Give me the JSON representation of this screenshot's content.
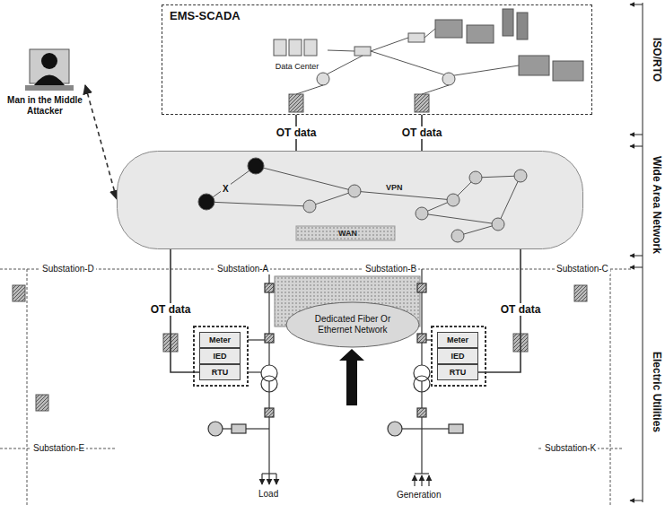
{
  "diagram": {
    "nodes": [
      {
        "text": [
          "EMS-SCADA"
        ]
      },
      {
        "text": [
          "Data Center"
        ],
        "in": 0
      },
      {
        "text": [
          "Man in the Middle Attacker"
        ]
      },
      {
        "text": [
          "VPN",
          "WAN"
        ]
      },
      {
        "text": [
          "Meter"
        ]
      },
      {
        "text": [
          "IED"
        ]
      },
      {
        "text": [
          "RTU"
        ]
      },
      {
        "text": [
          "Dedicated Fiber Or Ethernet Network"
        ]
      },
      {
        "text": [
          "Meter"
        ]
      },
      {
        "text": [
          "IED"
        ]
      },
      {
        "text": [
          "RTU"
        ]
      }
    ],
    "edges": [
      {
        "from": 2,
        "to": 3,
        "arrow": "both"
      },
      {
        "from": 3,
        "to": 0,
        "label": "OT data",
        "arrow": "none"
      },
      {
        "from": 3,
        "to": 0,
        "label": "OT data",
        "arrow": "none"
      },
      {
        "from": 6,
        "to": 3,
        "label": "OT data",
        "arrow": "none"
      },
      {
        "from": 10,
        "to": 3,
        "label": "OT data",
        "arrow": "none"
      }
    ],
    "labels": [
      "ISO/RTO",
      "Wide Area Network",
      "Electric Utilities",
      "X",
      "Substation-D",
      "Substation-A",
      "Substation-B",
      "Substation-C",
      "Substation-E",
      "Substation-K",
      "Load",
      "Generation"
    ]
  }
}
